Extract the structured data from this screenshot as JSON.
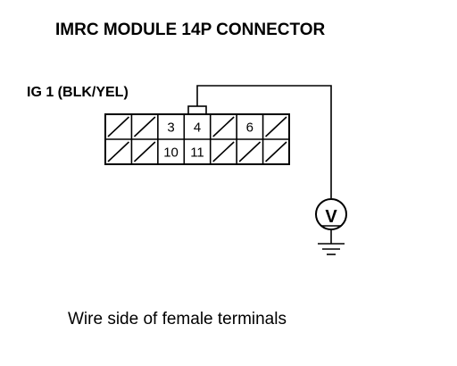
{
  "title": "IMRC MODULE 14P CONNECTOR",
  "wire_label": "IG 1 (BLK/YEL)",
  "caption": "Wire side of female terminals",
  "meter_symbol": "V",
  "connector": {
    "top_row": [
      "",
      "",
      "3",
      "4",
      "",
      "6",
      ""
    ],
    "bottom_row": [
      "",
      "",
      "10",
      "11",
      "",
      "",
      ""
    ]
  },
  "colors": {
    "ink": "#000000",
    "background": "#ffffff"
  }
}
